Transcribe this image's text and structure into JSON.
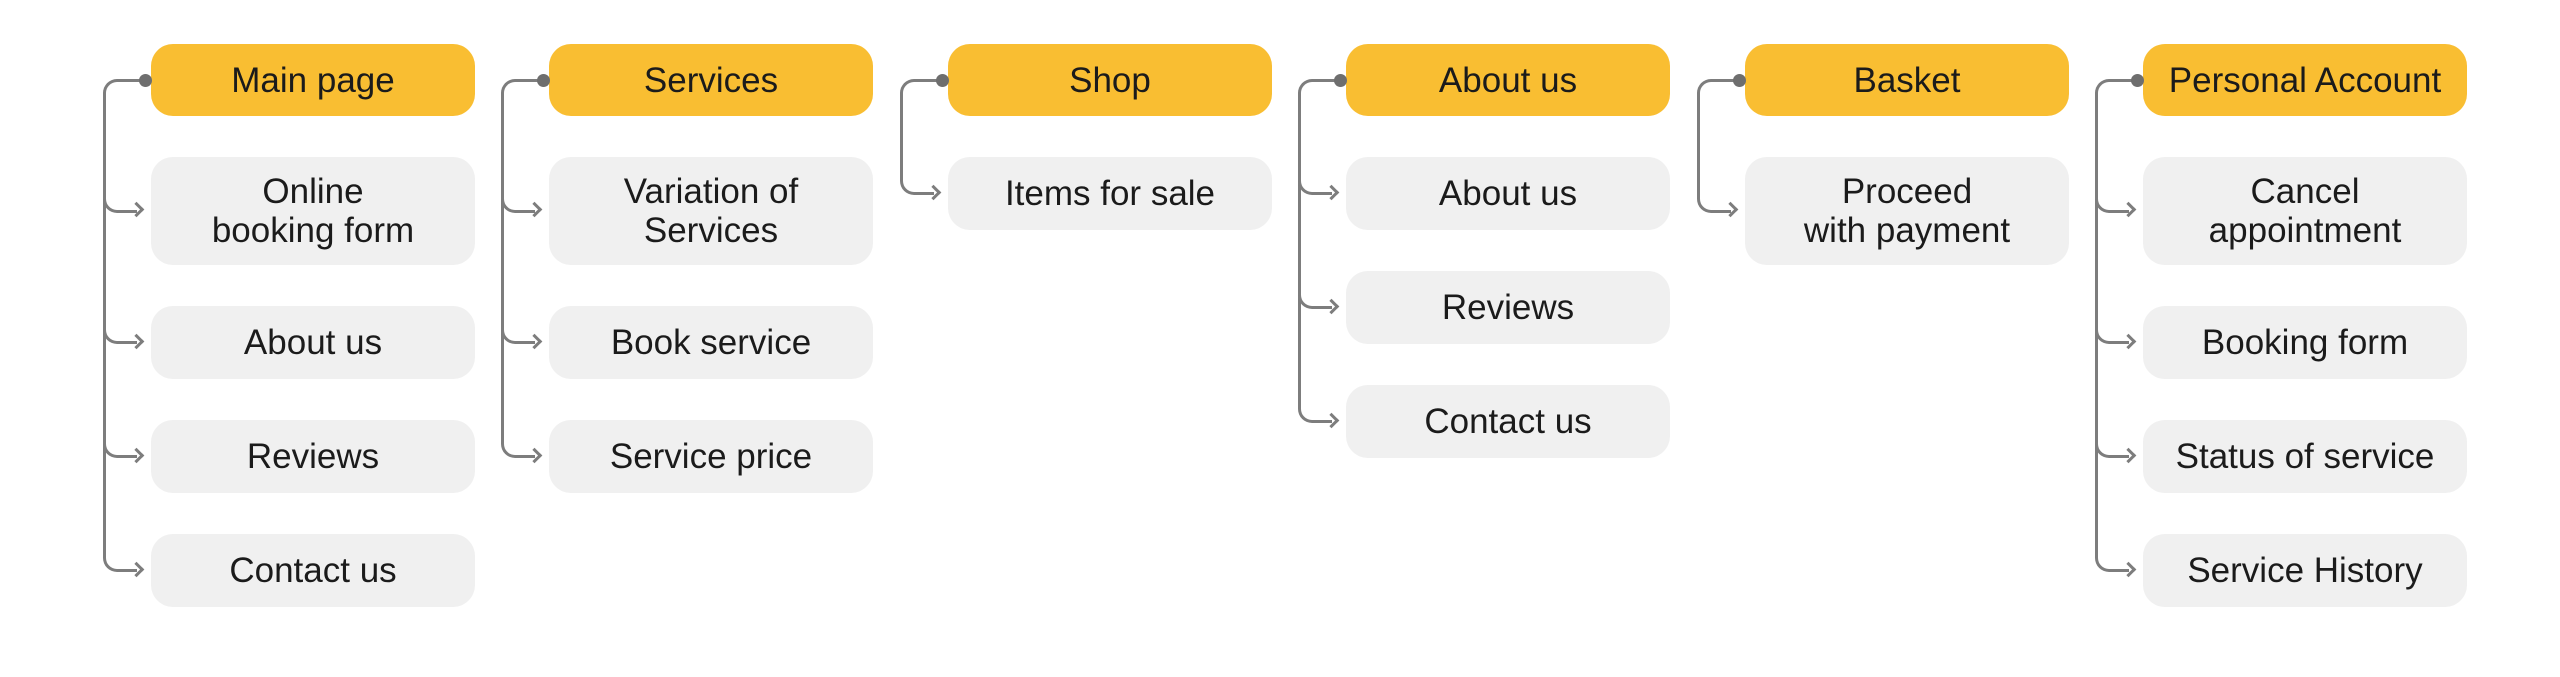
{
  "diagram": {
    "colors": {
      "header_bg": "#F9BE32",
      "child_bg": "#F0F0F0",
      "connector": "#7D7D7D",
      "connector_dot": "#6E6E6E",
      "text": "#1B1B1B",
      "background": "#FFFFFF"
    },
    "columns": [
      {
        "header": "Main page",
        "children": [
          "Online\nbooking form",
          "About us",
          "Reviews",
          "Contact us"
        ]
      },
      {
        "header": "Services",
        "children": [
          "Variation of\nServices",
          "Book service",
          "Service price"
        ]
      },
      {
        "header": "Shop",
        "children": [
          "Items for sale"
        ]
      },
      {
        "header": "About us",
        "children": [
          "About us",
          "Reviews",
          "Contact us"
        ]
      },
      {
        "header": "Basket",
        "children": [
          "Proceed\nwith payment"
        ]
      },
      {
        "header": "Personal Account",
        "children": [
          "Cancel\nappointment",
          "Booking form",
          "Status of service",
          "Service History"
        ]
      }
    ]
  }
}
